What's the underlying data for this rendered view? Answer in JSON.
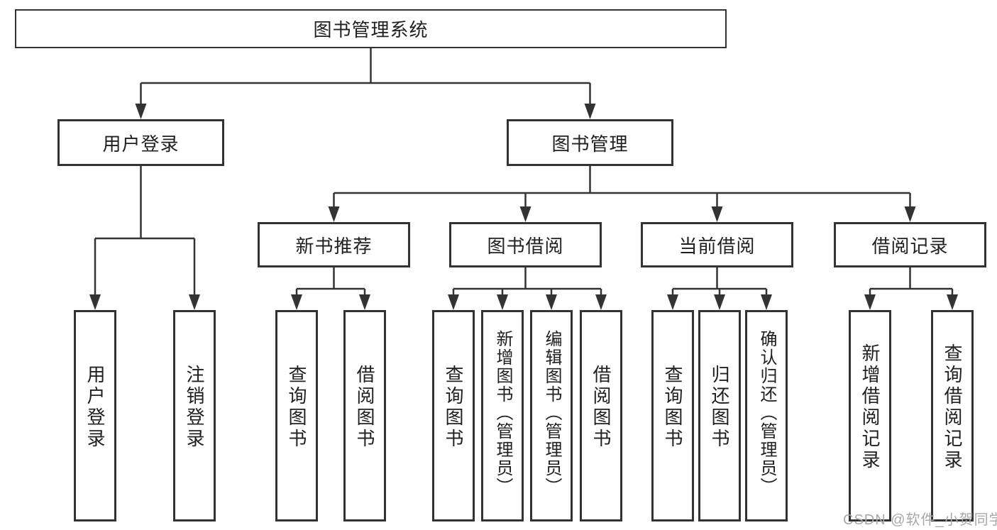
{
  "diagram": {
    "root_label": "图书管理系统",
    "level2": [
      {
        "label": "用户登录",
        "parent": "图书管理系统"
      },
      {
        "label": "图书管理",
        "parent": "图书管理系统"
      }
    ],
    "level3": [
      {
        "label": "新书推荐",
        "parent": "图书管理"
      },
      {
        "label": "图书借阅",
        "parent": "图书管理"
      },
      {
        "label": "当前借阅",
        "parent": "图书管理"
      },
      {
        "label": "借阅记录",
        "parent": "图书管理"
      }
    ],
    "leaves": [
      {
        "label": "用户登录",
        "parent": "用户登录"
      },
      {
        "label": "注销登录",
        "parent": "用户登录"
      },
      {
        "label": "查询图书",
        "parent": "新书推荐"
      },
      {
        "label": "借阅图书",
        "parent": "新书推荐"
      },
      {
        "label": "查询图书",
        "parent": "图书借阅"
      },
      {
        "label": "新增图书（管理员）",
        "parent": "图书借阅"
      },
      {
        "label": "编辑图书（管理员）",
        "parent": "图书借阅"
      },
      {
        "label": "借阅图书",
        "parent": "图书借阅"
      },
      {
        "label": "查询图书",
        "parent": "当前借阅"
      },
      {
        "label": "归还图书",
        "parent": "当前借阅"
      },
      {
        "label": "确认归还（管理员）",
        "parent": "当前借阅"
      },
      {
        "label": "新增借阅记录",
        "parent": "借阅记录"
      },
      {
        "label": "查询借阅记录",
        "parent": "借阅记录"
      }
    ]
  },
  "watermark": {
    "text": "CSDN @软件_小贺同学"
  },
  "colors": {
    "line": "#333333",
    "box_border": "#333333",
    "text": "#202020",
    "background": "#ffffff",
    "watermark": "#a8a8a8"
  }
}
